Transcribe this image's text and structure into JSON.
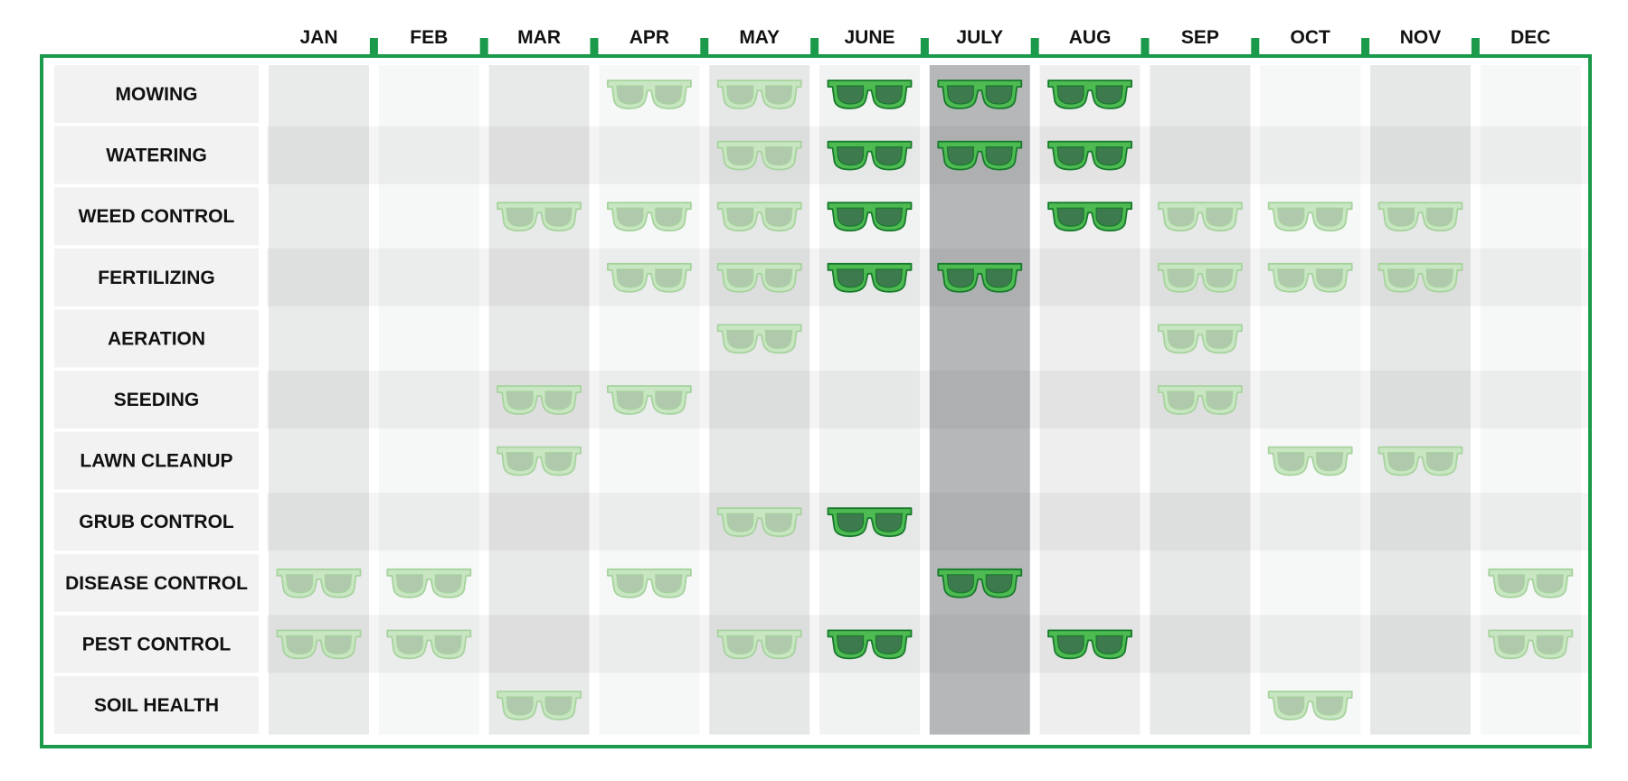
{
  "chart_data": {
    "type": "table",
    "title": "",
    "columns": [
      "JAN",
      "FEB",
      "MAR",
      "APR",
      "MAY",
      "JUNE",
      "JULY",
      "AUG",
      "SEP",
      "OCT",
      "NOV",
      "DEC"
    ],
    "rows": [
      {
        "label": "MOWING",
        "cells": [
          0,
          0,
          0,
          1,
          1,
          2,
          2,
          2,
          0,
          0,
          0,
          0
        ]
      },
      {
        "label": "WATERING",
        "cells": [
          0,
          0,
          0,
          0,
          1,
          2,
          2,
          2,
          0,
          0,
          0,
          0
        ]
      },
      {
        "label": "WEED CONTROL",
        "cells": [
          0,
          0,
          1,
          1,
          1,
          2,
          0,
          2,
          1,
          1,
          1,
          0
        ]
      },
      {
        "label": "FERTILIZING",
        "cells": [
          0,
          0,
          0,
          1,
          1,
          2,
          2,
          0,
          1,
          1,
          1,
          0
        ]
      },
      {
        "label": "AERATION",
        "cells": [
          0,
          0,
          0,
          0,
          1,
          0,
          0,
          0,
          1,
          0,
          0,
          0
        ]
      },
      {
        "label": "SEEDING",
        "cells": [
          0,
          0,
          1,
          1,
          0,
          0,
          0,
          0,
          1,
          0,
          0,
          0
        ]
      },
      {
        "label": "LAWN CLEANUP",
        "cells": [
          0,
          0,
          1,
          0,
          0,
          0,
          0,
          0,
          0,
          1,
          1,
          0
        ]
      },
      {
        "label": "GRUB CONTROL",
        "cells": [
          0,
          0,
          0,
          0,
          1,
          2,
          0,
          0,
          0,
          0,
          0,
          0
        ]
      },
      {
        "label": "DISEASE CONTROL",
        "cells": [
          1,
          1,
          0,
          1,
          0,
          0,
          2,
          0,
          0,
          0,
          0,
          1
        ]
      },
      {
        "label": "PEST CONTROL",
        "cells": [
          1,
          1,
          0,
          0,
          1,
          2,
          0,
          2,
          0,
          0,
          0,
          1
        ]
      },
      {
        "label": "SOIL HEALTH",
        "cells": [
          0,
          0,
          1,
          0,
          0,
          0,
          0,
          0,
          0,
          1,
          0,
          0
        ]
      }
    ],
    "cell_levels": {
      "0": "none",
      "1": "light-glasses-icon",
      "2": "dark-glasses-icon"
    },
    "legend": "none",
    "grid": true
  },
  "style": {
    "frame_color": "#1a9a4a",
    "label_bg": "#f2f2f2",
    "light_glasses": {
      "frame": "#c9e6c3",
      "stroke": "#a6d39d",
      "lens": "#b0c9ad"
    },
    "dark_glasses": {
      "frame": "#4dbb52",
      "stroke": "#187a2c",
      "lens": "#3d7a4e"
    }
  }
}
